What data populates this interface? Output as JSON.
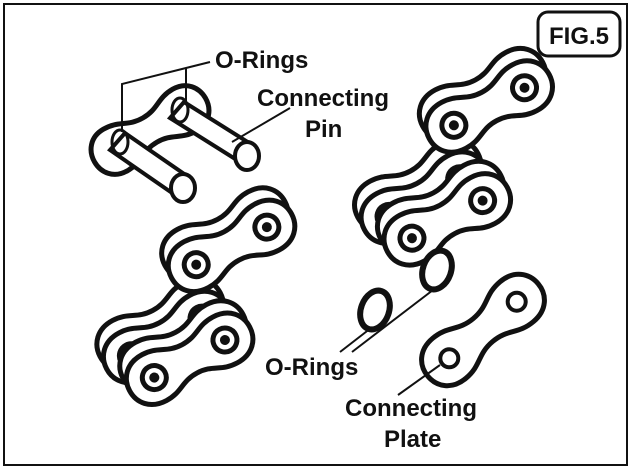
{
  "figure": {
    "tag": "FIG.5"
  },
  "labels": {
    "o_rings_top": "O-Rings",
    "connecting_pin_line1": "Connecting",
    "connecting_pin_line2": "Pin",
    "o_rings_bottom": "O-Rings",
    "connecting_plate_line1": "Connecting",
    "connecting_plate_line2": "Plate"
  },
  "colors": {
    "ink": "#111111",
    "paper": "#ffffff"
  }
}
